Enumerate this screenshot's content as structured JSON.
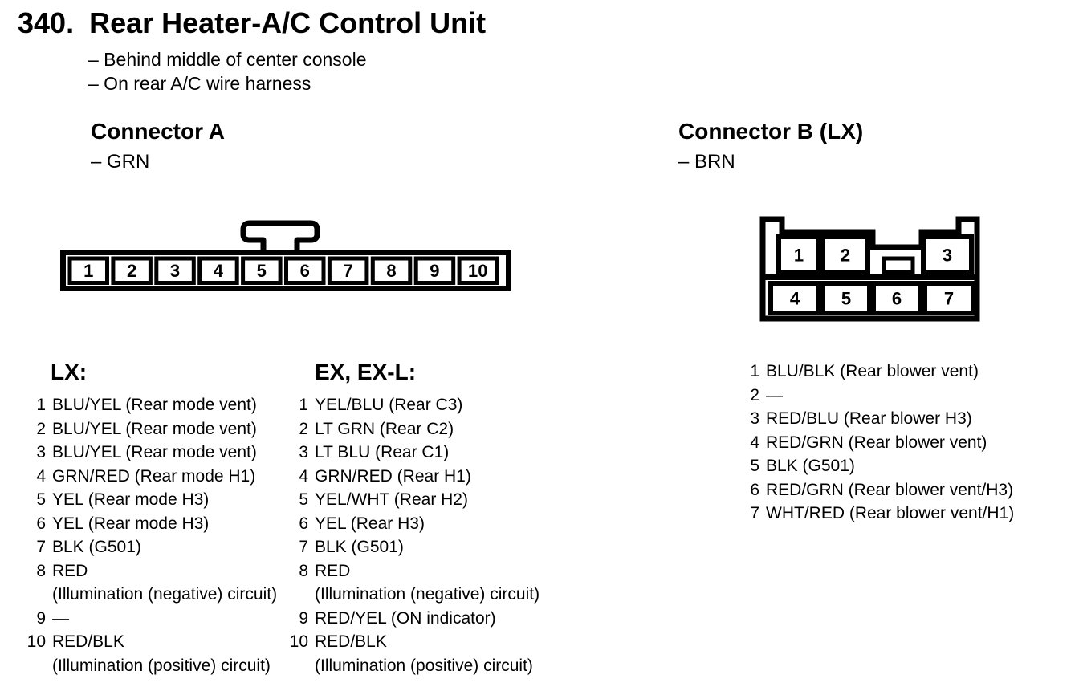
{
  "colors": {
    "ink": "#000000",
    "paper": "#ffffff"
  },
  "page": {
    "section_number": "340.",
    "title": "Rear Heater-A/C Control Unit",
    "location_notes": [
      "– Behind middle of center console",
      "– On rear A/C wire harness"
    ]
  },
  "connector_a": {
    "heading": "Connector A",
    "wire_color_note": "– GRN",
    "pins": [
      "1",
      "2",
      "3",
      "4",
      "5",
      "6",
      "7",
      "8",
      "9",
      "10"
    ],
    "lx": {
      "heading": "LX:",
      "rows": [
        {
          "pin": "1",
          "label": "BLU/YEL (Rear mode vent)"
        },
        {
          "pin": "2",
          "label": "BLU/YEL (Rear mode vent)"
        },
        {
          "pin": "3",
          "label": "BLU/YEL (Rear mode vent)"
        },
        {
          "pin": "4",
          "label": "GRN/RED (Rear mode H1)"
        },
        {
          "pin": "5",
          "label": "YEL (Rear mode H3)"
        },
        {
          "pin": "6",
          "label": "YEL (Rear mode H3)"
        },
        {
          "pin": "7",
          "label": "BLK (G501)"
        },
        {
          "pin": "8",
          "label": "RED",
          "note": "(Illumination (negative) circuit)"
        },
        {
          "pin": "9",
          "label": "—"
        },
        {
          "pin": "10",
          "label": "RED/BLK",
          "note": "(Illumination (positive) circuit)"
        }
      ]
    },
    "ex": {
      "heading": "EX, EX-L:",
      "rows": [
        {
          "pin": "1",
          "label": "YEL/BLU (Rear C3)"
        },
        {
          "pin": "2",
          "label": "LT GRN (Rear C2)"
        },
        {
          "pin": "3",
          "label": "LT BLU (Rear C1)"
        },
        {
          "pin": "4",
          "label": "GRN/RED (Rear H1)"
        },
        {
          "pin": "5",
          "label": "YEL/WHT (Rear H2)"
        },
        {
          "pin": "6",
          "label": "YEL (Rear H3)"
        },
        {
          "pin": "7",
          "label": "BLK (G501)"
        },
        {
          "pin": "8",
          "label": "RED",
          "note": "(Illumination (negative) circuit)"
        },
        {
          "pin": "9",
          "label": "RED/YEL (ON indicator)"
        },
        {
          "pin": "10",
          "label": "RED/BLK",
          "note": "(Illumination (positive) circuit)"
        }
      ]
    }
  },
  "connector_b": {
    "heading": "Connector B (LX)",
    "wire_color_note": "– BRN",
    "pins_top": [
      "1",
      "2",
      "3"
    ],
    "pins_bottom": [
      "4",
      "5",
      "6",
      "7"
    ],
    "rows": [
      {
        "pin": "1",
        "label": "BLU/BLK (Rear blower vent)"
      },
      {
        "pin": "2",
        "label": "—"
      },
      {
        "pin": "3",
        "label": "RED/BLU (Rear blower H3)"
      },
      {
        "pin": "4",
        "label": "RED/GRN (Rear blower vent)"
      },
      {
        "pin": "5",
        "label": "BLK (G501)"
      },
      {
        "pin": "6",
        "label": "RED/GRN (Rear blower vent/H3)"
      },
      {
        "pin": "7",
        "label": "WHT/RED (Rear blower vent/H1)"
      }
    ]
  }
}
